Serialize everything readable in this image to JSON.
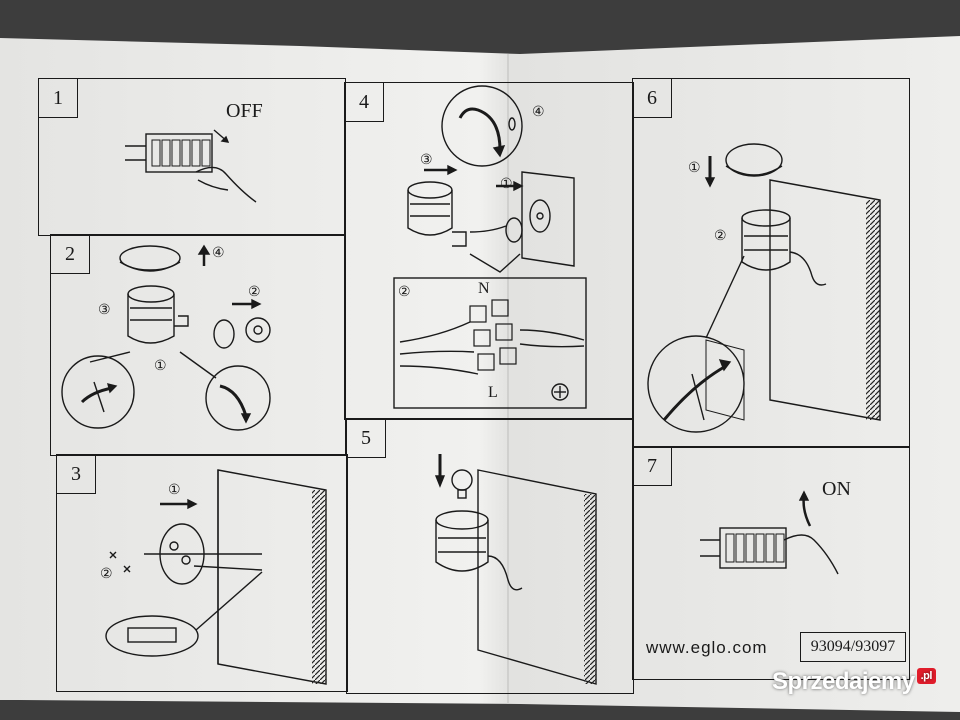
{
  "panels": [
    {
      "number": "1",
      "caption": "OFF"
    },
    {
      "number": "2"
    },
    {
      "number": "3"
    },
    {
      "number": "4"
    },
    {
      "number": "5"
    },
    {
      "number": "6"
    },
    {
      "number": "7",
      "caption": "ON"
    }
  ],
  "wiring": {
    "neutral": "N",
    "live": "L"
  },
  "steps": {
    "one": "①",
    "two": "②",
    "three": "③",
    "four": "④"
  },
  "footer": {
    "url": "www.eglo.com",
    "model": "93094/93097"
  },
  "watermark": {
    "text": "Sprzedajemy",
    "badge": ".pl"
  },
  "colors": {
    "paper": "#ececea",
    "ink": "#1a1a1a",
    "background": "#3d3d3d",
    "badge": "#e11d2b"
  }
}
